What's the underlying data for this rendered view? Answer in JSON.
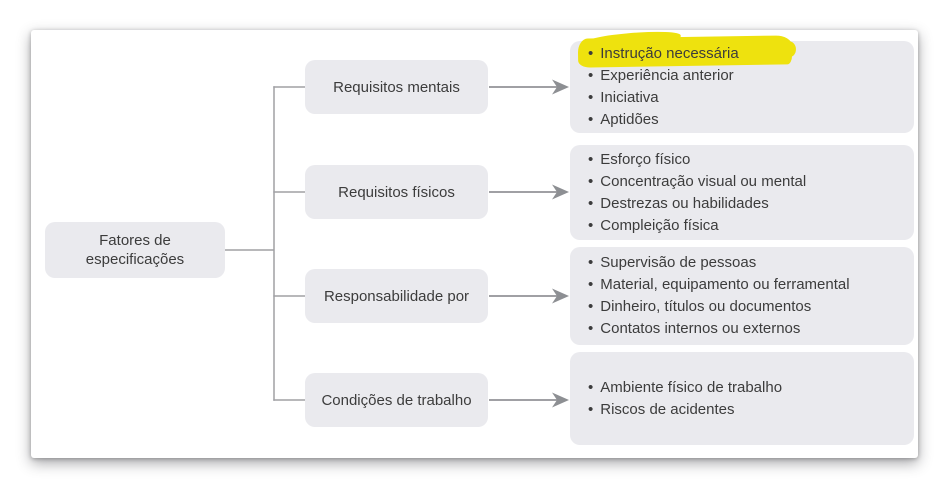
{
  "diagram": {
    "root": {
      "label": "Fatores de especificações"
    },
    "branches": [
      {
        "label": "Requisitos mentais",
        "items": [
          "Instrução necessária",
          "Experiência anterior",
          "Iniciativa",
          "Aptidões"
        ],
        "highlighted_item": "Instrução necessária"
      },
      {
        "label": "Requisitos físicos",
        "items": [
          "Esforço físico",
          "Concentração visual ou mental",
          "Destrezas ou habilidades",
          "Compleição física"
        ]
      },
      {
        "label": "Responsabilidade por",
        "items": [
          "Supervisão de pessoas",
          "Material, equipamento ou ferramental",
          "Dinheiro, títulos ou documentos",
          "Contatos internos ou externos"
        ]
      },
      {
        "label": "Condições de trabalho",
        "items": [
          "Ambiente físico de trabalho",
          "Riscos de acidentes"
        ]
      }
    ],
    "colors": {
      "panel": "#ffffff",
      "node_fill": "#eaeaee",
      "text": "#3c3c3c",
      "connector": "#9b9b9f",
      "arrow": "#8d8f93",
      "highlight": "#eee20e"
    }
  }
}
